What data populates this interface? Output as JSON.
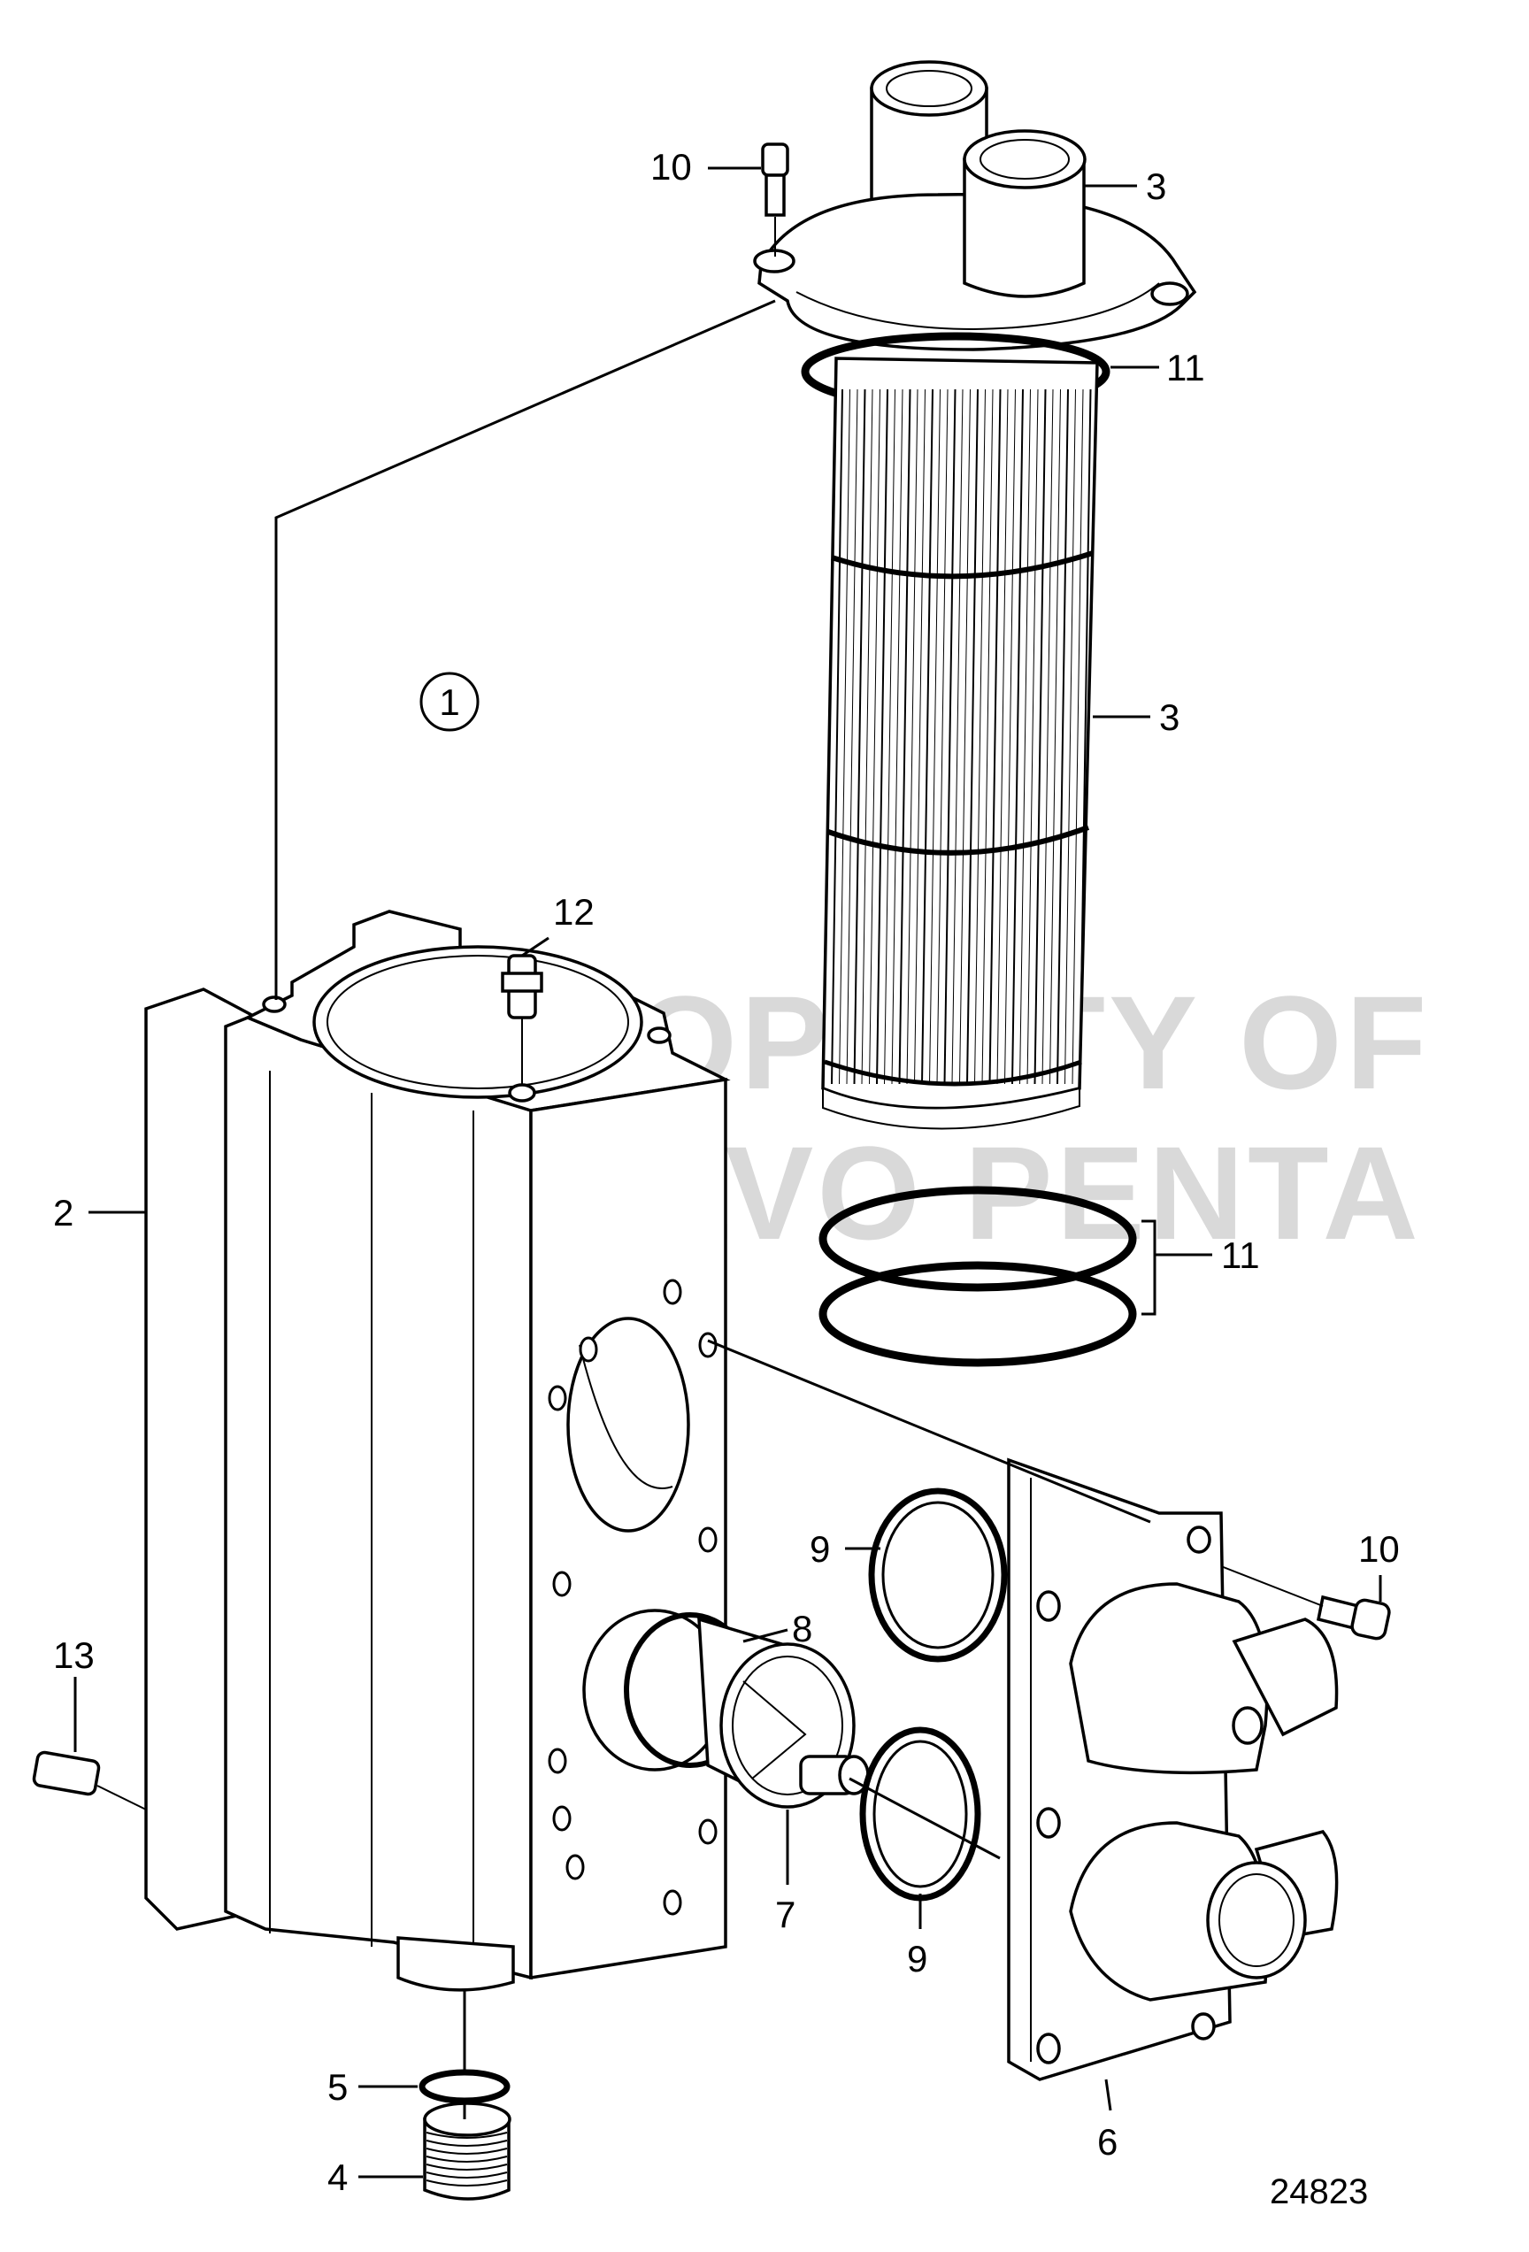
{
  "diagram": {
    "drawing_number": "24823",
    "watermark": [
      "PROPERTY OF",
      "VOLVO PENTA"
    ],
    "group_marker": "1",
    "callouts": [
      {
        "id": "c-10-top",
        "text": "10"
      },
      {
        "id": "c-3-top",
        "text": "3"
      },
      {
        "id": "c-11-top",
        "text": "11"
      },
      {
        "id": "c-3-mid",
        "text": "3"
      },
      {
        "id": "c-12",
        "text": "12"
      },
      {
        "id": "c-2",
        "text": "2"
      },
      {
        "id": "c-11-mid",
        "text": "11"
      },
      {
        "id": "c-9-top",
        "text": "9"
      },
      {
        "id": "c-10-right",
        "text": "10"
      },
      {
        "id": "c-8",
        "text": "8"
      },
      {
        "id": "c-13",
        "text": "13"
      },
      {
        "id": "c-7",
        "text": "7"
      },
      {
        "id": "c-9-bottom",
        "text": "9"
      },
      {
        "id": "c-6",
        "text": "6"
      },
      {
        "id": "c-5",
        "text": "5"
      },
      {
        "id": "c-4",
        "text": "4"
      }
    ]
  }
}
